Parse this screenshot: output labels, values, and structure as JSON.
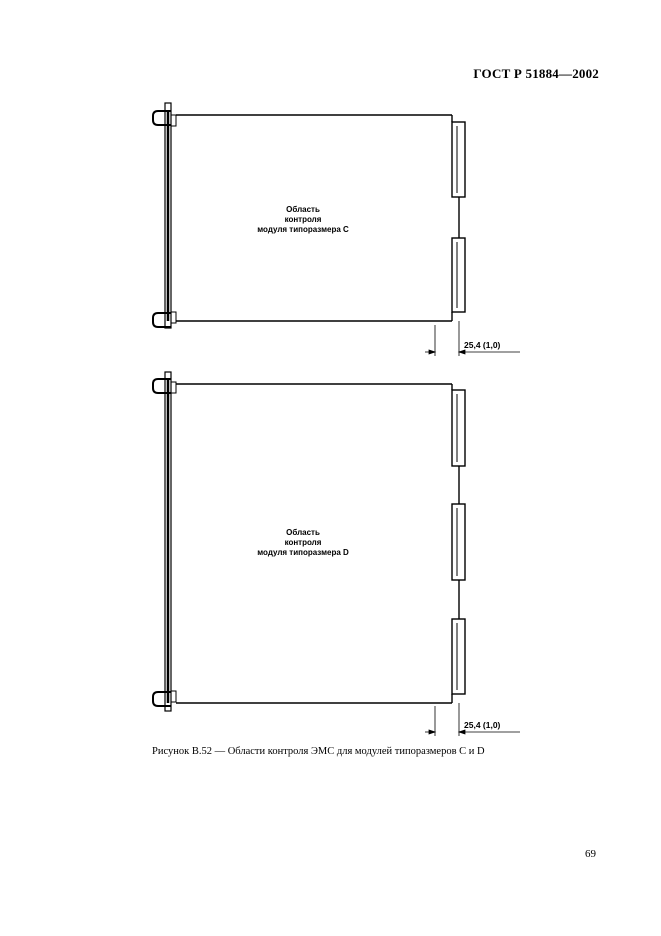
{
  "header": {
    "doc_id": "ГОСТ Р 51884—2002"
  },
  "figure_c": {
    "label_lines": [
      "Область",
      "контроля",
      "модуля типоразмера С"
    ],
    "dimension": "25,4 (1,0)"
  },
  "figure_d": {
    "label_lines": [
      "Область",
      "контроля",
      "модуля типоразмера D"
    ],
    "dimension": "25,4 (1,0)"
  },
  "caption": "Рисунок В.52 — Области контроля ЭМС для модулей типоразмеров С и D",
  "page_number": "69"
}
